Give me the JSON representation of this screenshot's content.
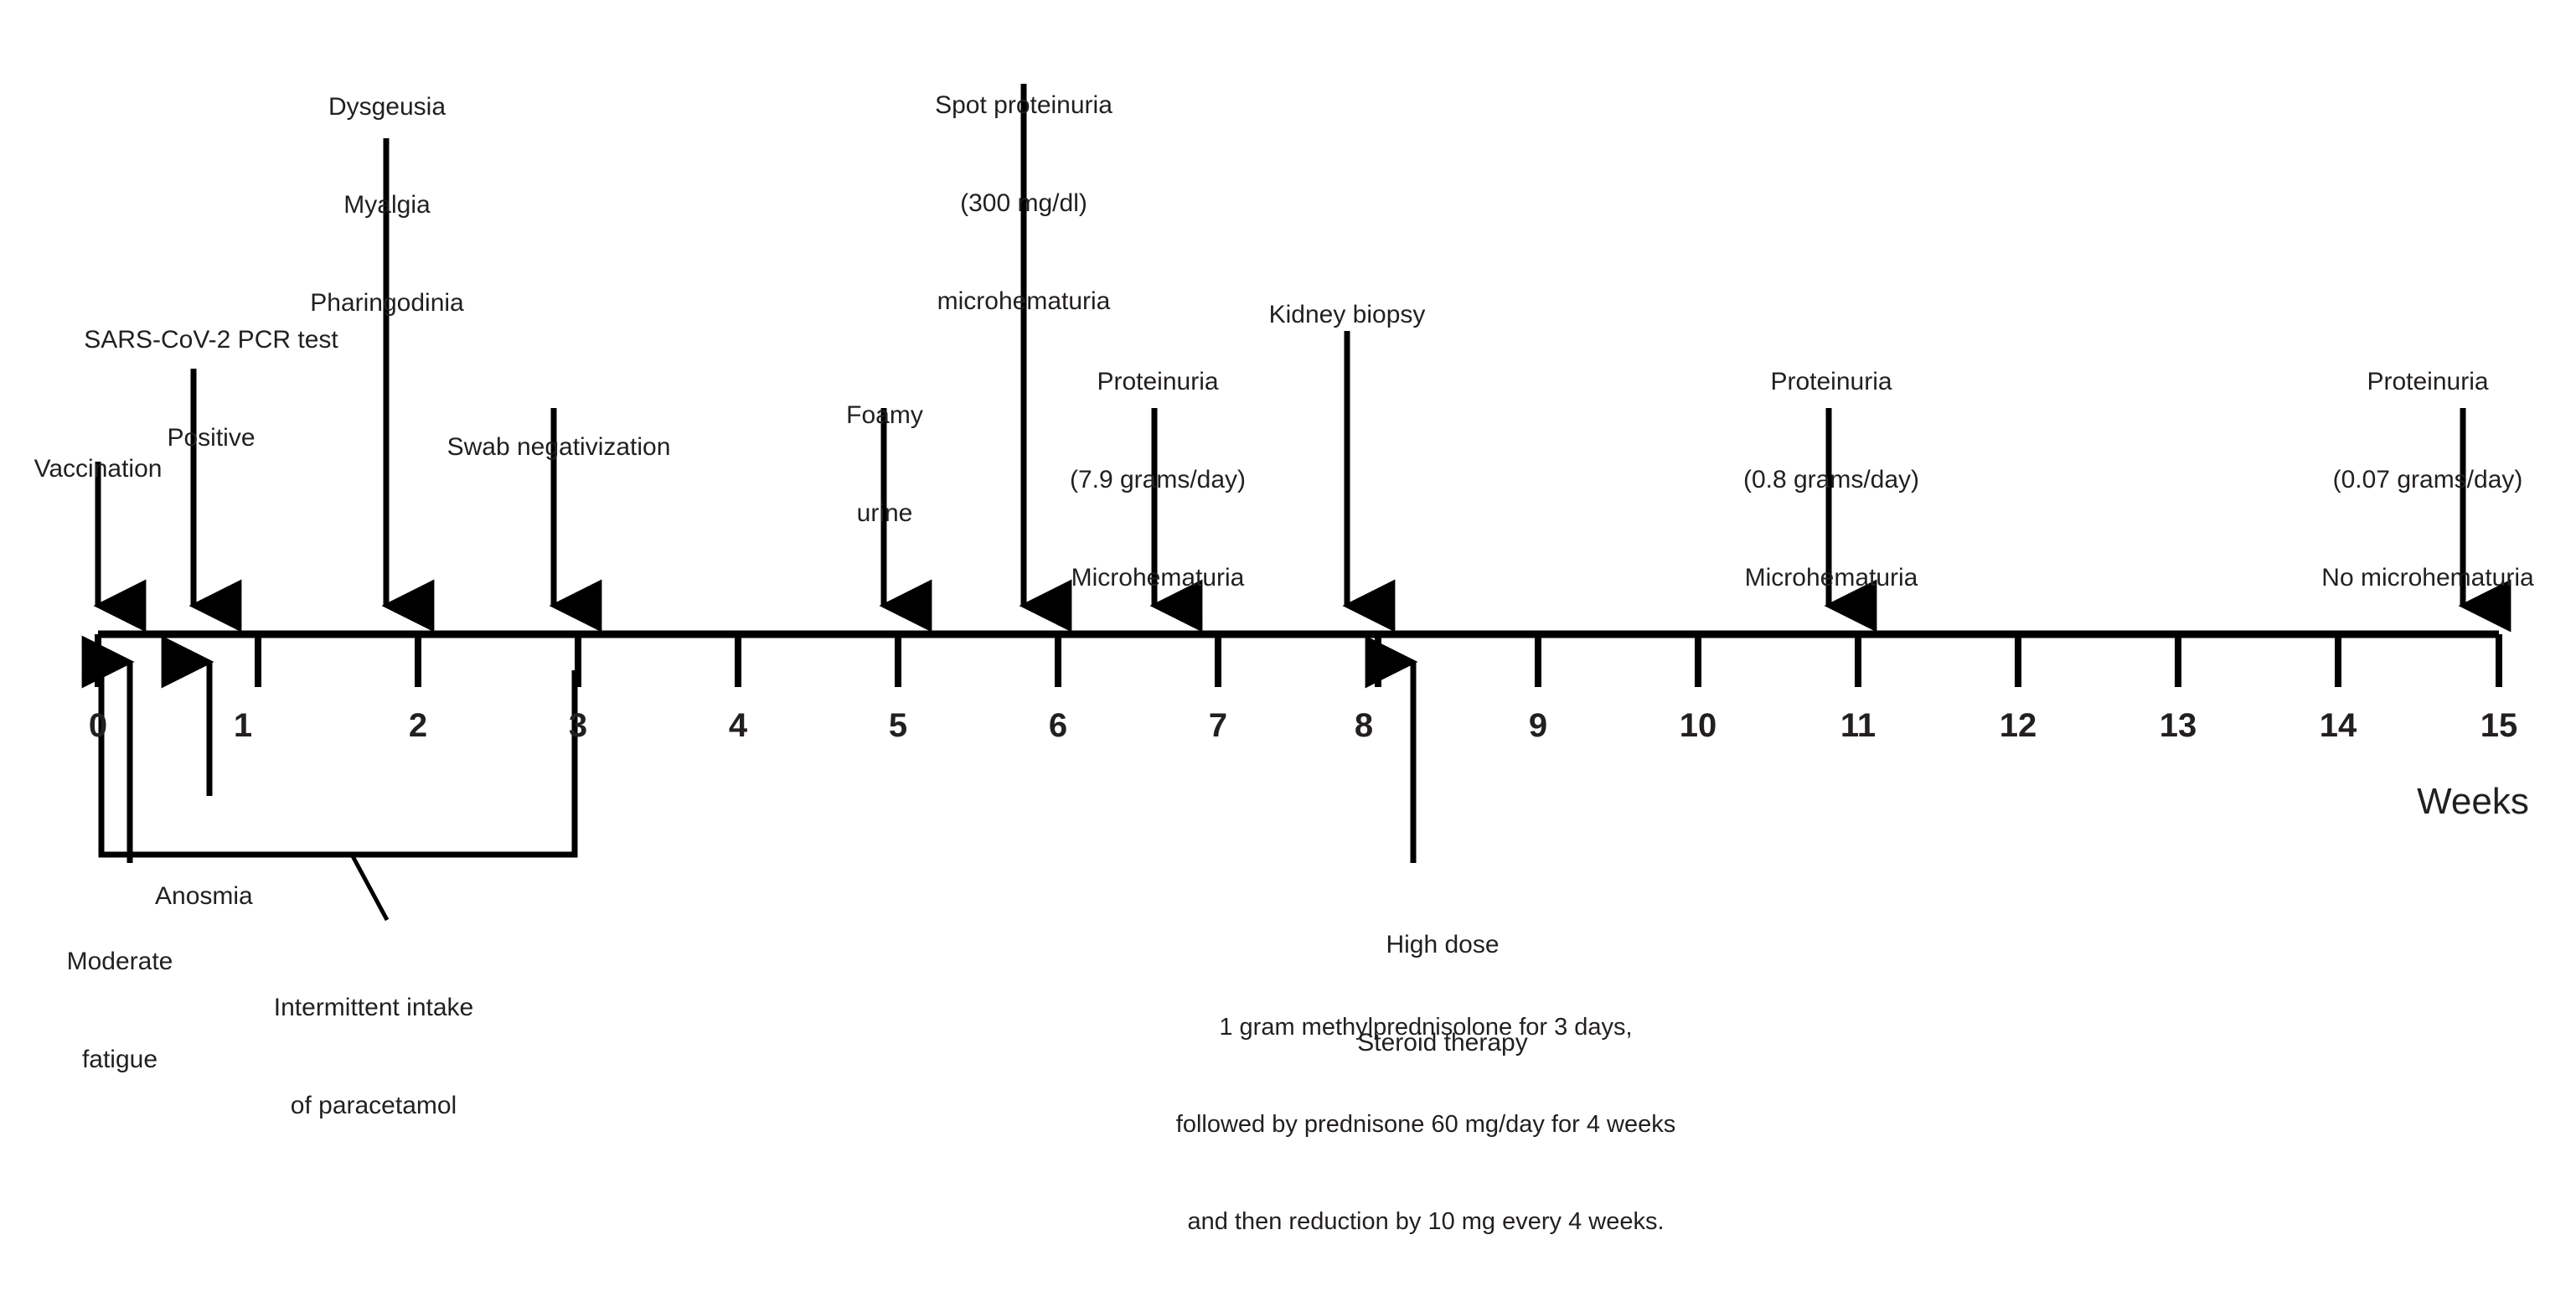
{
  "figure": {
    "type": "clinical-timeline",
    "axis": {
      "title": "Weeks",
      "unit": "weeks",
      "min": 0,
      "max": 15,
      "tick_labels": [
        "0",
        "1",
        "2",
        "3",
        "4",
        "5",
        "6",
        "7",
        "8",
        "9",
        "10",
        "11",
        "12",
        "13",
        "14",
        "15"
      ]
    },
    "colors": {
      "line": "#000000",
      "text": "#231f20",
      "background": "#ffffff"
    },
    "events_above": [
      {
        "id": "vaccination",
        "week": 0,
        "lines": [
          "Vaccination"
        ],
        "arrow": "down-arrow-icon"
      },
      {
        "id": "pcr-positive",
        "week": 0.6,
        "lines": [
          "SARS-CoV-2 PCR test",
          "Positive"
        ],
        "arrow": "down-arrow-icon"
      },
      {
        "id": "dysgeusia-myalgia-pharingodinia",
        "week": 1.8,
        "lines": [
          "Dysgeusia",
          "Myalgia",
          "Pharingodinia"
        ],
        "arrow": "down-arrow-icon"
      },
      {
        "id": "swab-negativization",
        "week": 2.85,
        "lines": [
          "Swab negativization"
        ],
        "arrow": "down-arrow-icon"
      },
      {
        "id": "foamy-urine",
        "week": 5,
        "lines": [
          "Foamy",
          "urine"
        ],
        "arrow": "down-arrow-icon"
      },
      {
        "id": "spot-proteinuria",
        "week": 5.95,
        "lines": [
          "Spot proteinuria",
          "(300 mg/dl)",
          "microhematuria"
        ],
        "arrow": "down-arrow-icon"
      },
      {
        "id": "proteinuria-7-9",
        "week": 6.7,
        "lines": [
          "Proteinuria",
          "(7.9 grams/day)",
          "Microhematuria"
        ],
        "arrow": "down-arrow-icon"
      },
      {
        "id": "kidney-biopsy",
        "week": 7.8,
        "lines": [
          "Kidney biopsy"
        ],
        "arrow": "down-arrow-icon"
      },
      {
        "id": "proteinuria-0-8",
        "week": 10.8,
        "lines": [
          "Proteinuria",
          "(0.8 grams/day)",
          "Microhematuria"
        ],
        "arrow": "down-arrow-icon"
      },
      {
        "id": "proteinuria-0-07",
        "week": 14.75,
        "lines": [
          "Proteinuria",
          "(0.07 grams/day)",
          "No microhematuria"
        ],
        "arrow": "down-arrow-icon"
      }
    ],
    "events_below": [
      {
        "id": "moderate-fatigue",
        "week": 0.18,
        "lines": [
          "Moderate",
          "fatigue"
        ],
        "arrow": "up-arrow-icon"
      },
      {
        "id": "anosmia",
        "week": 0.62,
        "lines": [
          "Anosmia"
        ],
        "arrow": "up-arrow-icon"
      },
      {
        "id": "high-dose-steroid-therapy",
        "week": 8.3,
        "lines": [
          "High dose",
          "Steroid therapy"
        ],
        "arrow": "up-arrow-icon",
        "detail_lines": [
          "1 gram methylprednisolone for 3 days,",
          "followed by prednisone 60 mg/day for 4 weeks",
          "and then reduction by 10 mg every 4 weeks."
        ]
      }
    ],
    "brackets": [
      {
        "id": "paracetamol-bracket",
        "from_week": 0,
        "to_week": 3,
        "lines": [
          "Intermittent intake",
          "of paracetamol"
        ]
      }
    ]
  }
}
